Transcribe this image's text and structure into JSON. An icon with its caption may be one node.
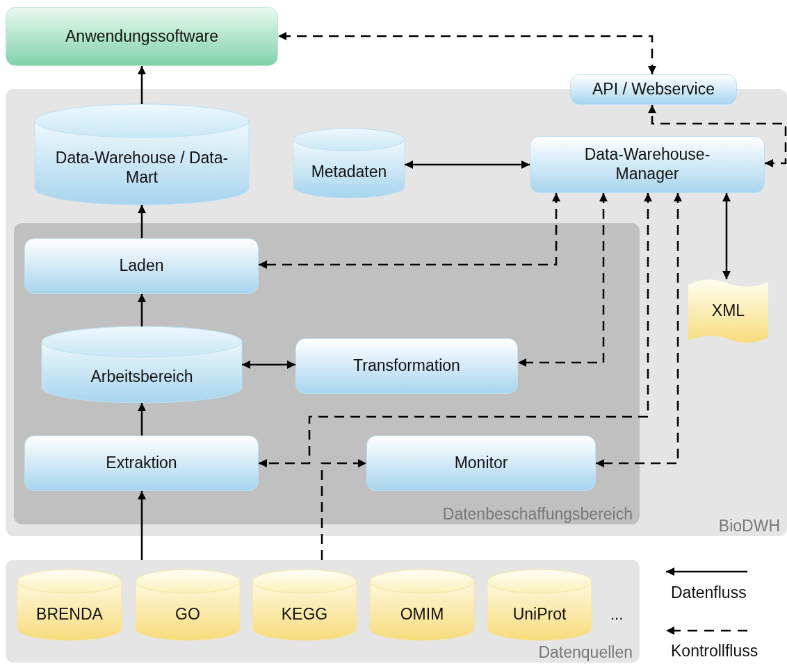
{
  "diagram": {
    "nodes": [
      {
        "text": [
          "Anwendungssoftware"
        ]
      },
      {
        "text": [
          "BioDWH"
        ]
      },
      {
        "text": [
          "API / Webservice"
        ]
      },
      {
        "text": [
          "Data-Warehouse / Data-Mart"
        ],
        "in": 1
      },
      {
        "text": [
          "Metadaten"
        ],
        "in": 1
      },
      {
        "text": [
          "Data-Warehouse-Manager"
        ],
        "in": 1
      },
      {
        "text": [
          "Datenbeschaffungsbereich"
        ],
        "in": 1
      },
      {
        "text": [
          "Laden"
        ],
        "in": 6
      },
      {
        "text": [
          "Arbeitsbereich"
        ],
        "in": 6
      },
      {
        "text": [
          "Transformation"
        ],
        "in": 6
      },
      {
        "text": [
          "Extraktion"
        ],
        "in": 6
      },
      {
        "text": [
          "Monitor"
        ],
        "in": 6
      },
      {
        "text": [
          "XML"
        ],
        "in": 1
      },
      {
        "text": [
          "Datenquellen"
        ]
      },
      {
        "text": [
          "BRENDA"
        ],
        "in": 13
      },
      {
        "text": [
          "GO"
        ],
        "in": 13
      },
      {
        "text": [
          "KEGG"
        ],
        "in": 13
      },
      {
        "text": [
          "OMIM"
        ],
        "in": 13
      },
      {
        "text": [
          "UniProt"
        ],
        "in": 13
      }
    ],
    "edges": [
      {
        "from": 2,
        "to": 0,
        "arrow": "both",
        "style": "dashed"
      },
      {
        "from": 5,
        "to": 2,
        "arrow": "both",
        "style": "dashed"
      },
      {
        "from": 3,
        "to": 0,
        "arrow": "to"
      },
      {
        "from": 4,
        "to": 5,
        "arrow": "both"
      },
      {
        "from": 7,
        "to": 3,
        "arrow": "to"
      },
      {
        "from": 8,
        "to": 7,
        "arrow": "to"
      },
      {
        "from": 10,
        "to": 8,
        "arrow": "to"
      },
      {
        "from": 8,
        "to": 9,
        "arrow": "both"
      },
      {
        "from": 5,
        "to": 7,
        "arrow": "both",
        "style": "dashed"
      },
      {
        "from": 5,
        "to": 9,
        "arrow": "both",
        "style": "dashed"
      },
      {
        "from": 5,
        "to": 10,
        "arrow": "both",
        "style": "dashed"
      },
      {
        "from": 5,
        "to": 11,
        "arrow": "both",
        "style": "dashed"
      },
      {
        "from": 5,
        "to": 12,
        "arrow": "both"
      },
      {
        "from": 13,
        "to": 10,
        "arrow": "to"
      },
      {
        "from": 13,
        "to": 11,
        "arrow": "to",
        "style": "dashed"
      }
    ],
    "labels": [
      "..."
    ],
    "legend": [
      {
        "text": "Datenfluss"
      },
      {
        "text": "Kontrollfluss"
      }
    ]
  }
}
